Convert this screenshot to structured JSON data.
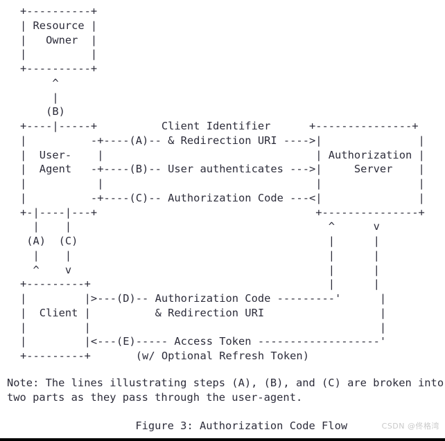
{
  "figure": {
    "caption": "                    Figure 3: Authorization Code Flow",
    "note_lines": [
      "Note: The lines illustrating steps (A), (B), and (C) are broken into",
      "two parts as they pass through the user-agent."
    ],
    "note_text": "Note: The lines illustrating steps (A), (B), and (C) are broken into\ntwo parts as they pass through the user-agent.",
    "title": "Figure 3: Authorization Code Flow"
  },
  "diagram": {
    "type": "ascii-art",
    "boxes": [
      {
        "name": "resource-owner",
        "label": "Resource Owner",
        "width_chars": 12
      },
      {
        "name": "user-agent",
        "label": "User- Agent",
        "width_chars": 12
      },
      {
        "name": "authorization-server",
        "label": "Authorization Server",
        "width_chars": 17
      },
      {
        "name": "client",
        "label": "Client",
        "width_chars": 12
      }
    ],
    "steps": [
      {
        "id": "(A)",
        "label": "Client Identifier & Redirection URI",
        "direction": "to-authorization-server"
      },
      {
        "id": "(B)",
        "label": "User authenticates",
        "direction": "to-authorization-server"
      },
      {
        "id": "(C)",
        "label": "Authorization Code",
        "direction": "from-authorization-server"
      },
      {
        "id": "(D)",
        "label": "Authorization Code & Redirection URI",
        "direction": "client-to-authorization-server"
      },
      {
        "id": "(E)",
        "label": "Access Token (w/ Optional Refresh Token)",
        "direction": "authorization-server-to-client"
      }
    ],
    "art": "+----------+\n| Resource |\n|   Owner  |\n|          |\n+----------+\n     ^\n     |\n    (B)\n+----|-----+          Client Identifier      +---------------+\n|          -+----(A)-- & Redirection URI ---->|               |\n|  User-    |                                 | Authorization |\n|  Agent   -+----(B)-- User authenticates --->|     Server    |\n|           |                                 |               |\n|          -+----(C)-- Authorization Code ---<|               |\n+-|----|---+                                  +---------------+\n  |    |                                        ^      v\n (A)  (C)                                       |      |\n  |    |                                        |      |\n  ^    v                                        |      |\n+---------+                                     |      |\n|         |>---(D)-- Authorization Code ---------'      |\n|  Client |          & Redirection URI                  |\n|         |                                             |\n|         |<---(E)----- Access Token -------------------'\n+---------+       (w/ Optional Refresh Token)"
  },
  "watermark": {
    "text": "CSDN @佟格湾"
  }
}
